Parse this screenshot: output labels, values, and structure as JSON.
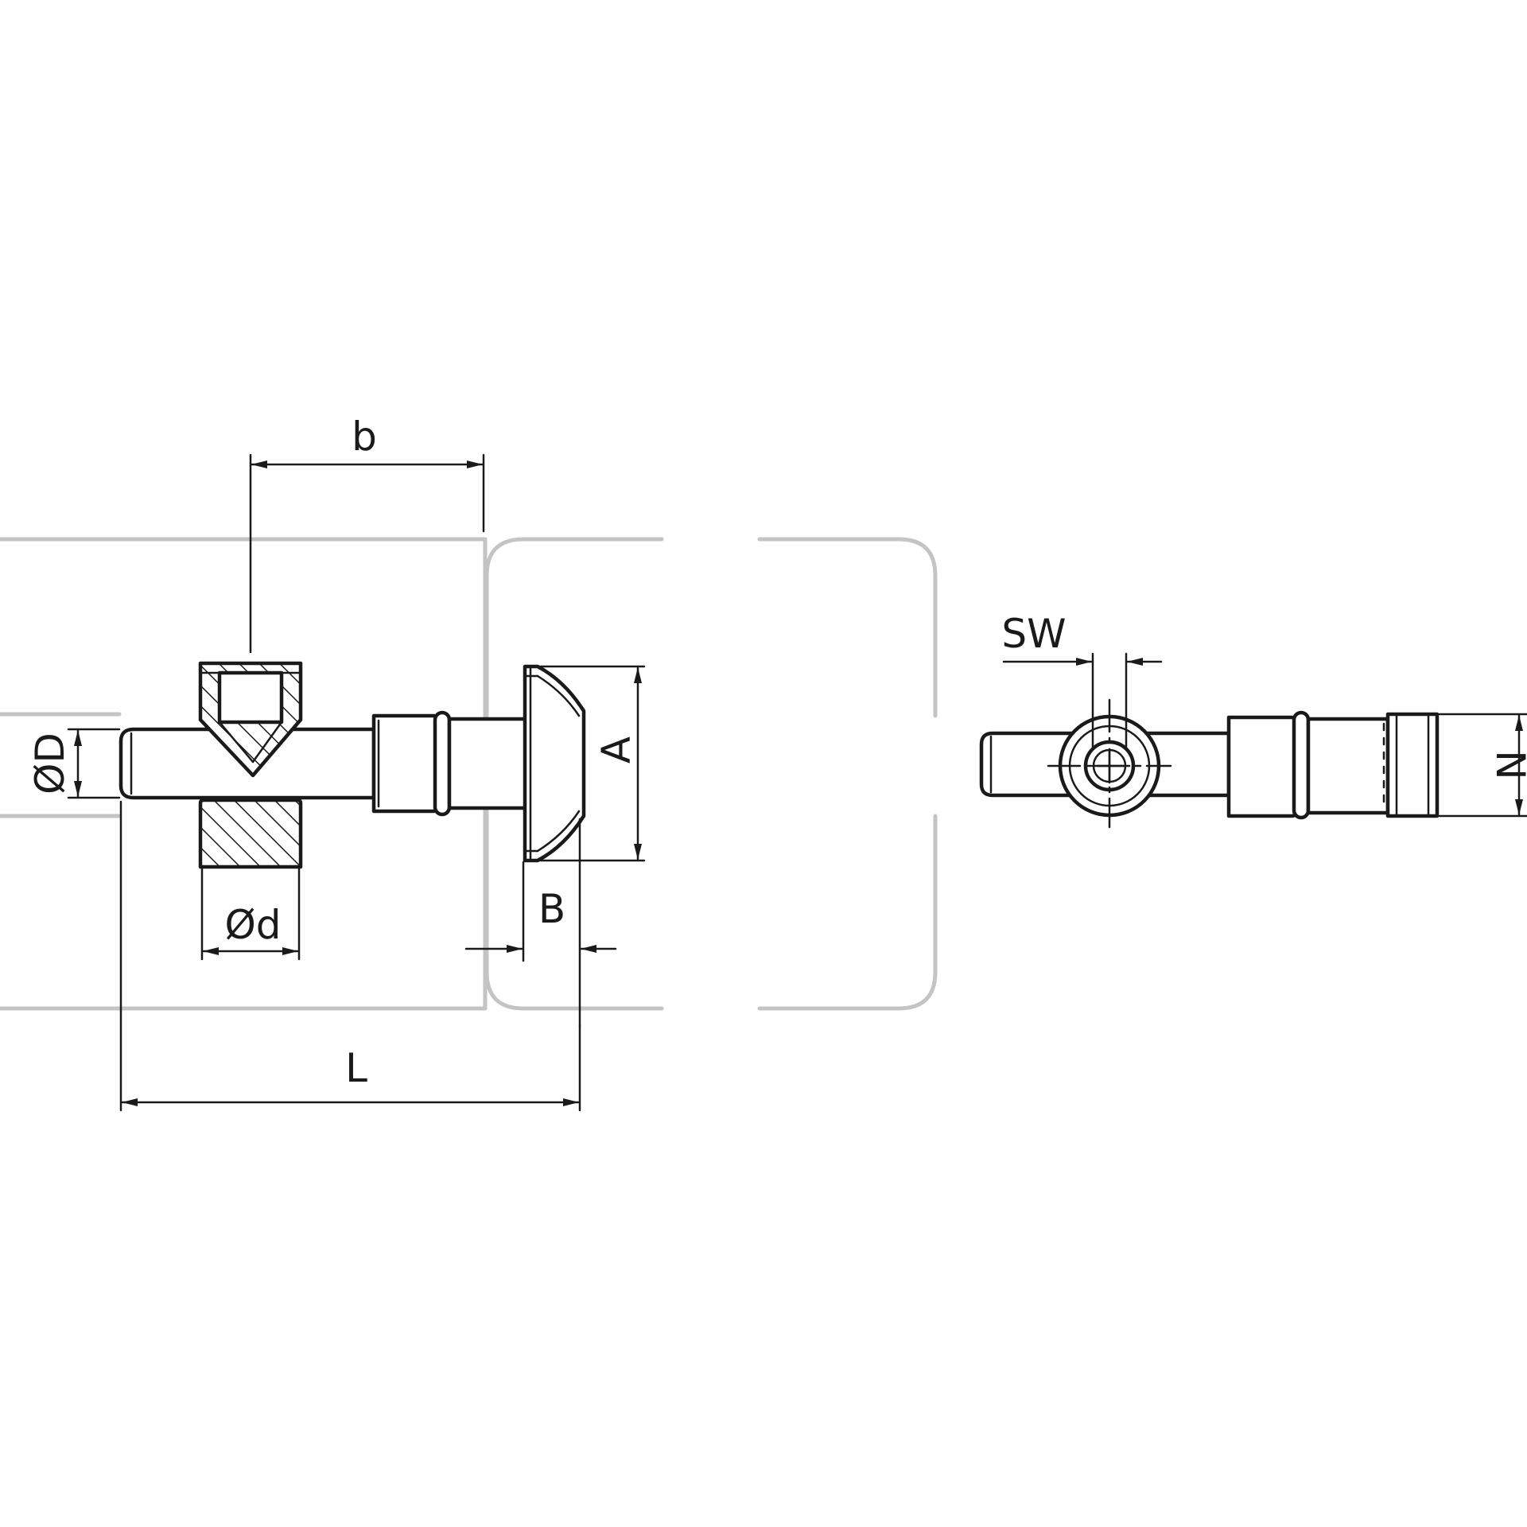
{
  "labels": {
    "b": "b",
    "D": "ØD",
    "d": "Ød",
    "A": "A",
    "B": "B",
    "L": "L",
    "SW": "SW",
    "N": "N"
  },
  "colors": {
    "line": "#1a1a1a",
    "profile": "#c4c4c4",
    "background": "#ffffff"
  }
}
